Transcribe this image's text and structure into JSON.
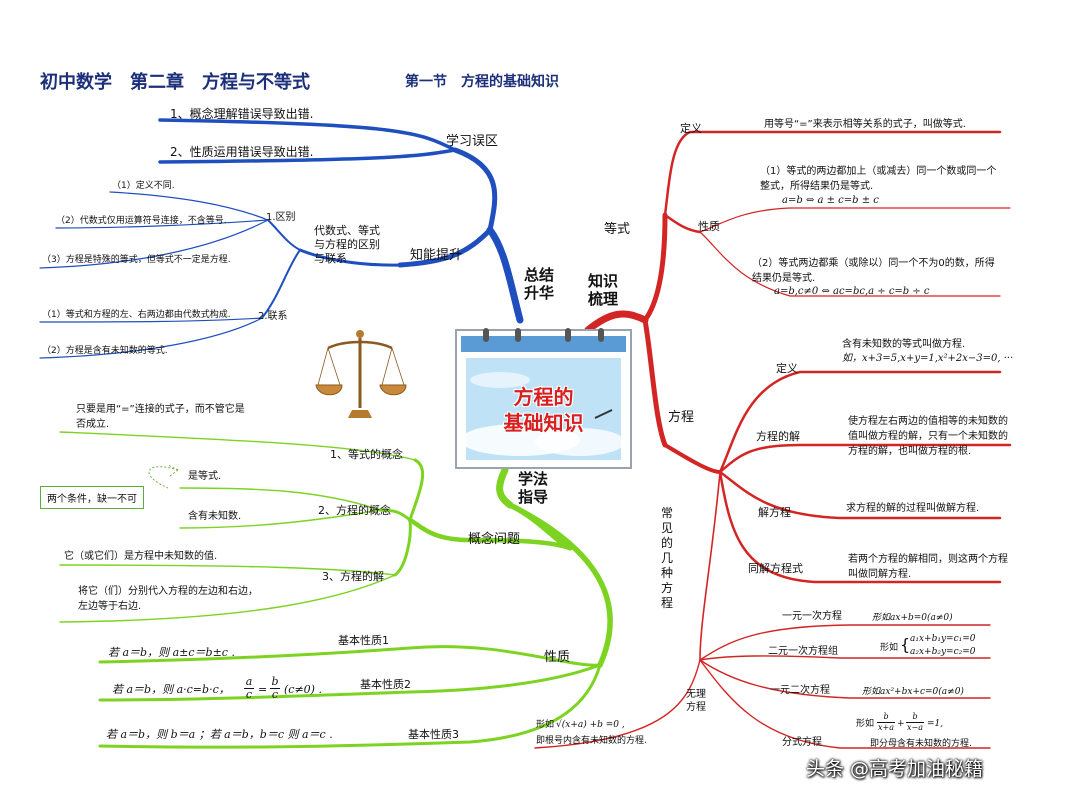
{
  "title": {
    "main": "初中数学　第二章　方程与不等式",
    "section": "第一节　方程的基础知识"
  },
  "center": {
    "line1": "方程的",
    "line2": "基础知识"
  },
  "quadrants": {
    "summary": "总结\n升华",
    "knowledge": "知识\n梳理",
    "method": "学法\n指导"
  },
  "summary": {
    "study_errors": {
      "label": "学习误区",
      "items": [
        "1、概念理解错误导致出错.",
        "2、性质运用错误导致出错."
      ]
    },
    "ability": {
      "label": "知能提升",
      "sub": "代数式、等式与方程的区别与联系",
      "diff": {
        "label": "1.区别",
        "items": [
          "（1）定义不同.",
          "（2）代数式仅用运算符号连接，不含等号.",
          "（3）方程是特殊的等式，但等式不一定是方程."
        ]
      },
      "link": {
        "label": "2.联系",
        "items": [
          "（1）等式和方程的左、右两边都由代数式构成.",
          "（2）方程是含有未知数的等式."
        ]
      }
    }
  },
  "method": {
    "concepts": {
      "label": "概念问题",
      "eq_concept": {
        "label": "1、等式的概念",
        "note": "只要是用“=”连接的式子，而不管它是否成立."
      },
      "fc_concept": {
        "label": "2、方程的概念",
        "item_a": "是等式.",
        "item_b": "含有未知数.",
        "box": "两个条件，缺一不可"
      },
      "sol": {
        "label": "3、方程的解",
        "note1": "它（或它们）是方程中未知数的值.",
        "note2": "将它（们）分别代入方程的左边和右边，左边等于右边."
      }
    },
    "properties": {
      "label": "性质",
      "p1": {
        "label": "基本性质1",
        "text": "若 a＝b，则 a±c＝b±c ."
      },
      "p2": {
        "label": "基本性质2",
        "text_a": "若 a＝b，则 a·c=b·c，",
        "text_b": "(c≠0) ."
      },
      "p3": {
        "label": "基本性质3",
        "text": "若 a＝b，则 b＝a ；若 a＝b，b＝c 则 a＝c ."
      }
    }
  },
  "knowledge": {
    "equality": {
      "label": "等式",
      "def_label": "定义",
      "def_text": "用等号“=”来表示相等关系的式子，叫做等式.",
      "prop_label": "性质",
      "prop1": "（1）等式的两边都加上（或减去）同一个数或同一个整式，所得结果仍是等式.",
      "prop1_formula": "a=b ⇔ a ± c=b ± c",
      "prop2": "（2）等式两边都乘（或除以）同一个不为0的数，所得结果仍是等式.",
      "prop2_formula": "a=b,c≠0 ⇔ ac=bc,a ÷ c=b ÷ c"
    },
    "equation": {
      "label": "方程",
      "def_label": "定义",
      "def_text": "含有未知数的等式叫做方程.",
      "def_example": "如，x+3=5,x+y=1,x²+2x−3=0, ···",
      "sol_label": "方程的解",
      "sol_text": "使方程左右两边的值相等的未知数的值叫做方程的解，只有一个未知数的方程的解，也叫做方程的根.",
      "solve_label": "解方程",
      "solve_text": "求方程的解的过程叫做解方程.",
      "same_label": "同解方程式",
      "same_text": "若两个方程的解相同，则这两个方程叫做同解方程."
    },
    "types": {
      "label": "常见的几种方程",
      "linear1": {
        "label": "一元一次方程",
        "formula": "形如ax+b=0(a≠0)"
      },
      "linear2": {
        "label": "二元一次方程组",
        "prefix": "形如",
        "row1": "a₁x+b₁y=c₁=0",
        "row2": "a₂x+b₂y=c₂=0"
      },
      "quad": {
        "label": "一元二次方程",
        "formula": "形如ax²+bx+c=0(a≠0)"
      },
      "frac": {
        "label": "分式方程",
        "prefix": "形如",
        "f1n": "b",
        "f1d": "x+a",
        "plus": "+",
        "f2n": "b",
        "f2d": "x−a",
        "tail": "=1,",
        "note": "即分母含有未知数的方程."
      },
      "irr": {
        "label": "无理\n方程",
        "prefix": "形如",
        "formula": "√(x+a) +b =0 ,",
        "note": "即根号内含有未知数的方程."
      }
    }
  },
  "footer": "头条 @高考加油秘籍",
  "colors": {
    "blue": "#1f4fbf",
    "red": "#d42525",
    "green": "#7dd321",
    "title": "#1c2f7a"
  }
}
